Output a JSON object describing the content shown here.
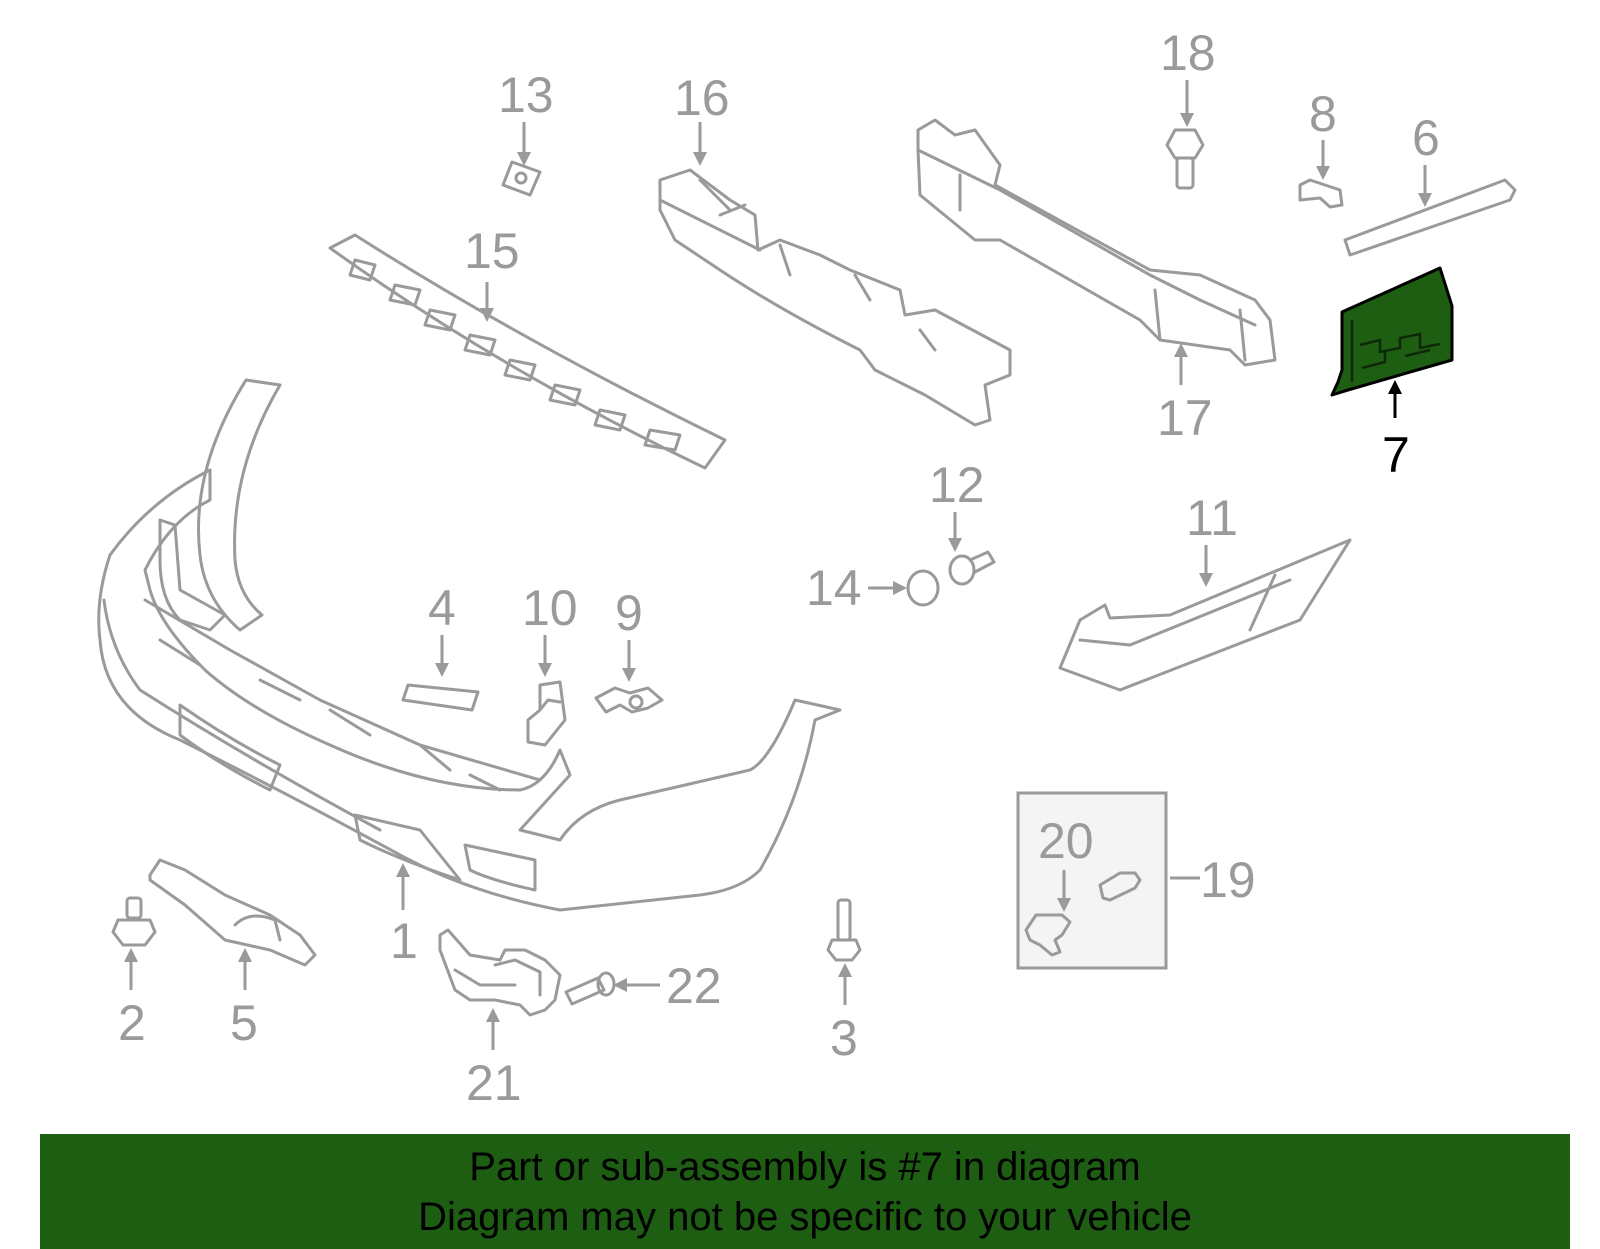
{
  "diagram": {
    "highlighted_part": "7",
    "part_labels": [
      "1",
      "2",
      "3",
      "4",
      "5",
      "6",
      "7",
      "8",
      "9",
      "10",
      "11",
      "12",
      "13",
      "14",
      "15",
      "16",
      "17",
      "18",
      "19",
      "20",
      "21",
      "22"
    ],
    "colors": {
      "highlight": "#1e5e12",
      "line": "#9a9a9a",
      "highlight_text": "#000000"
    }
  },
  "banner": {
    "line1": "Part or sub-assembly is #7 in diagram",
    "line2": "Diagram may not be specific to your vehicle"
  }
}
